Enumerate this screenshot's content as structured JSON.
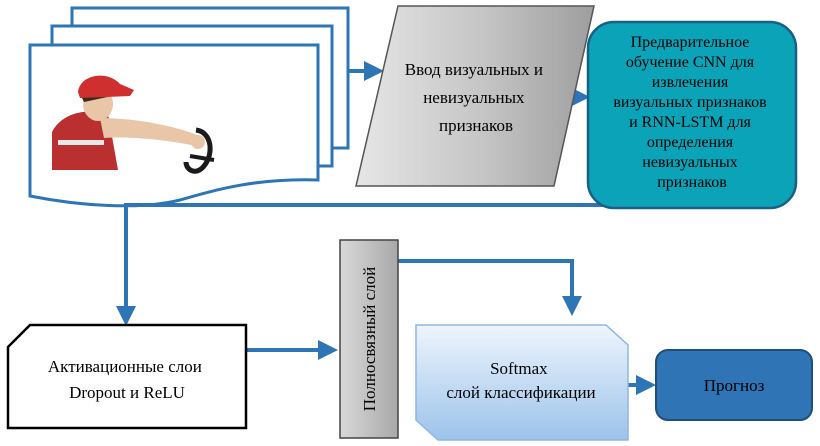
{
  "nodes": {
    "input_features": {
      "lines": [
        "Ввод визуальных и",
        "невизуальных",
        "признаков"
      ]
    },
    "pretraining": {
      "lines": [
        "Предварительное",
        "обучение CNN для",
        "извлечения",
        "визуальных признаков",
        "и RNN-LSTM для",
        "определения",
        "невизуальных",
        "признаков"
      ]
    },
    "activation_layers": {
      "lines": [
        "Активационные слои",
        "Dropout и ReLU"
      ]
    },
    "fully_connected": {
      "label": "Полносвязный слой"
    },
    "softmax": {
      "lines": [
        "Softmax",
        "слой классификации"
      ]
    },
    "forecast": {
      "label": "Прогноз"
    }
  },
  "colors": {
    "arrow": "#2e75b6",
    "frame_stroke": "#2e75b6",
    "pretraining_fill": "#0aa3b8",
    "forecast_fill": "#2f74b5",
    "gray_fill": "#c9c9c9"
  }
}
